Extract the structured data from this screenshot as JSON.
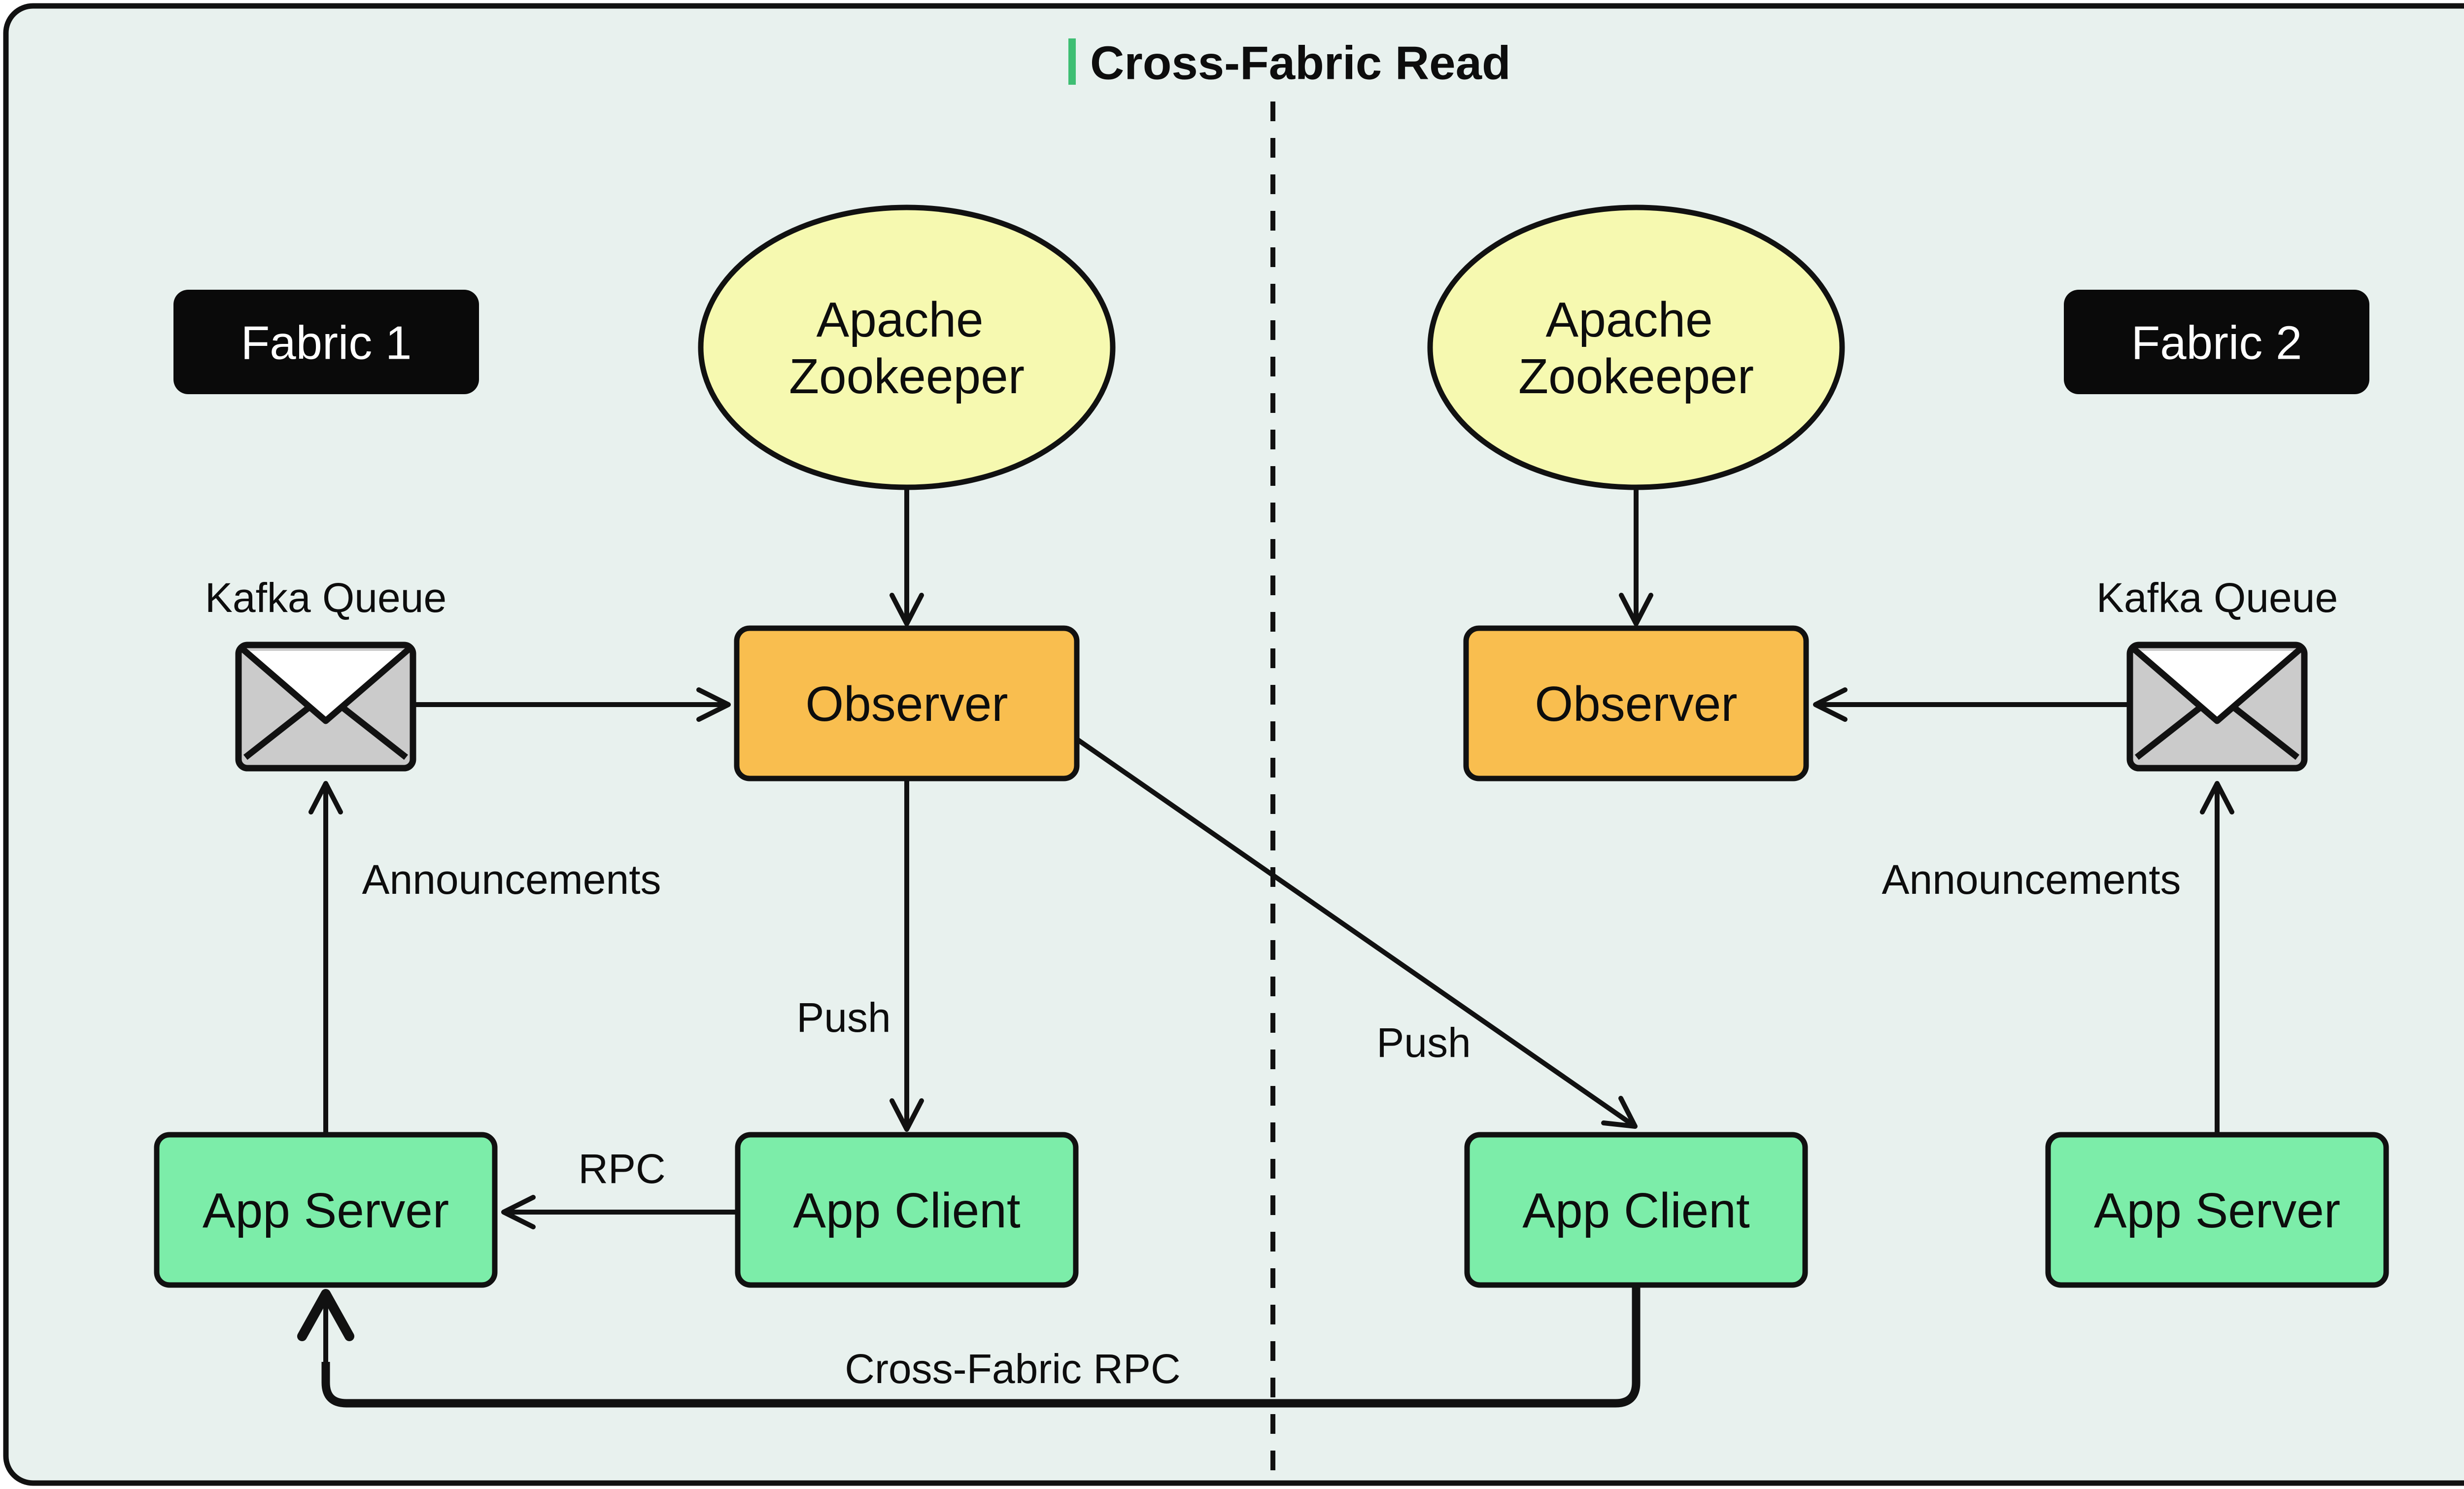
{
  "title": "Cross-Fabric Read",
  "colors": {
    "background": "#e8f1ee",
    "accent_green": "#3ebe73",
    "node_orange": "#f9be4f",
    "node_green": "#7ceda9",
    "node_yellow": "#f6f9b0",
    "badge_black": "#0a0a0a",
    "envelope_gray": "#cbcbcb",
    "envelope_white": "#ffffff",
    "line_black": "#111111"
  },
  "divider": {
    "style": "dashed-vertical"
  },
  "fabric1": {
    "badge": "Fabric 1",
    "zookeeper_line1": "Apache",
    "zookeeper_line2": "Zookeeper",
    "kafka_label": "Kafka Queue",
    "kafka_icon": "envelope",
    "observer": "Observer",
    "announcements_label": "Announcements",
    "push_label": "Push",
    "rpc_label": "RPC",
    "app_server": "App Server",
    "app_client": "App Client"
  },
  "fabric2": {
    "badge": "Fabric 2",
    "zookeeper_line1": "Apache",
    "zookeeper_line2": "Zookeeper",
    "kafka_label": "Kafka Queue",
    "kafka_icon": "envelope",
    "observer": "Observer",
    "announcements_label": "Announcements",
    "push_label": "Push",
    "app_client": "App Client",
    "app_server": "App Server"
  },
  "cross_fabric_rpc_label": "Cross-Fabric RPC"
}
